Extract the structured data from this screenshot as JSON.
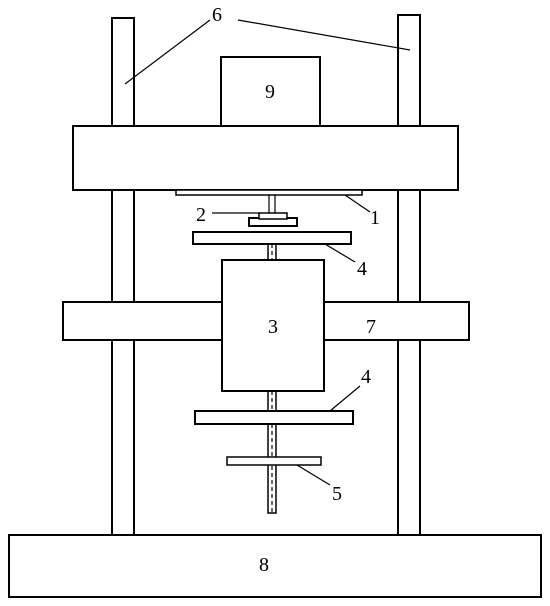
{
  "labels": {
    "bearing_plate": "1",
    "coupling": "2",
    "motor": "3",
    "clamp_plate": "4",
    "bottom_disc": "5",
    "column": "6",
    "middle_beam": "7",
    "base": "8",
    "top_block": "9"
  }
}
